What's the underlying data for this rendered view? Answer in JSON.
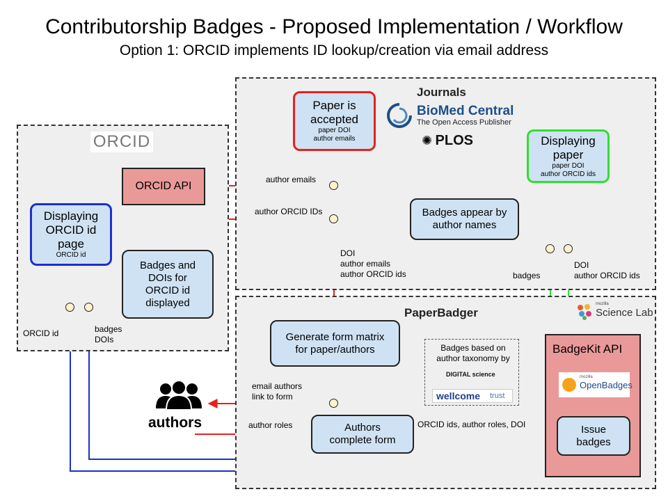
{
  "title": "Contributorship Badges - Proposed Implementation / Workflow",
  "subtitle": "Option 1: ORCID implements ID lookup/creation via email address",
  "regions": {
    "journals": "Journals",
    "paperbadger": "PaperBadger"
  },
  "logos": {
    "orcid": "ORCID",
    "biomed_top": "BioMed Central",
    "biomed_sub": "The Open Access Publisher",
    "plos": "PLOS",
    "mozilla_small": "mozilla",
    "science_lab": "Science Lab",
    "openbadges_small": "mozilla",
    "openbadges": "OpenBadges",
    "digital_science": "DIGITAL science",
    "wellcome": "wellcome",
    "wellcome_trust": "trust"
  },
  "nodes": {
    "paper_accepted": {
      "title": "Paper is accepted",
      "detail1": "paper DOI",
      "detail2": "author emails"
    },
    "orcid_api": "ORCID API",
    "displaying_orcid": {
      "title": "Displaying ORCID id page",
      "detail": "ORCID id"
    },
    "badges_dois": "Badges and DOIs for ORCID id displayed",
    "displaying_paper": {
      "title": "Displaying paper",
      "detail1": "paper DOI",
      "detail2": "author ORCID ids"
    },
    "badges_appear": "Badges appear by author names",
    "generate_form": "Generate form matrix for paper/authors",
    "authors_complete": "Authors complete form",
    "badgekit_api": "BadgeKit API",
    "issue_badges": "Issue badges",
    "taxonomy_note": "Badges based on author taxonomy by",
    "authors": "authors"
  },
  "labels": {
    "author_emails": "author emails",
    "author_orcid_ids": "author ORCID IDs",
    "doi_stack": [
      "DOI",
      "author emails",
      "author ORCID ids"
    ],
    "orcid_id": "ORCID id",
    "badges_dois": [
      "badges",
      "DOIs"
    ],
    "badges": "badges",
    "doi_author_orcid": [
      "DOI",
      "author ORCID ids"
    ],
    "email_link": [
      "email authors",
      "link to form"
    ],
    "author_roles": "author roles",
    "orcid_roles_doi": "ORCID ids, author roles, DOI"
  },
  "colors": {
    "red_flow": "#e8201b",
    "blue_flow": "#1c2fd0",
    "green_flow": "#2fe02f",
    "node_blue": "#cfe2f3",
    "node_salmon": "#ea9999",
    "dot": "#fff2cc"
  }
}
